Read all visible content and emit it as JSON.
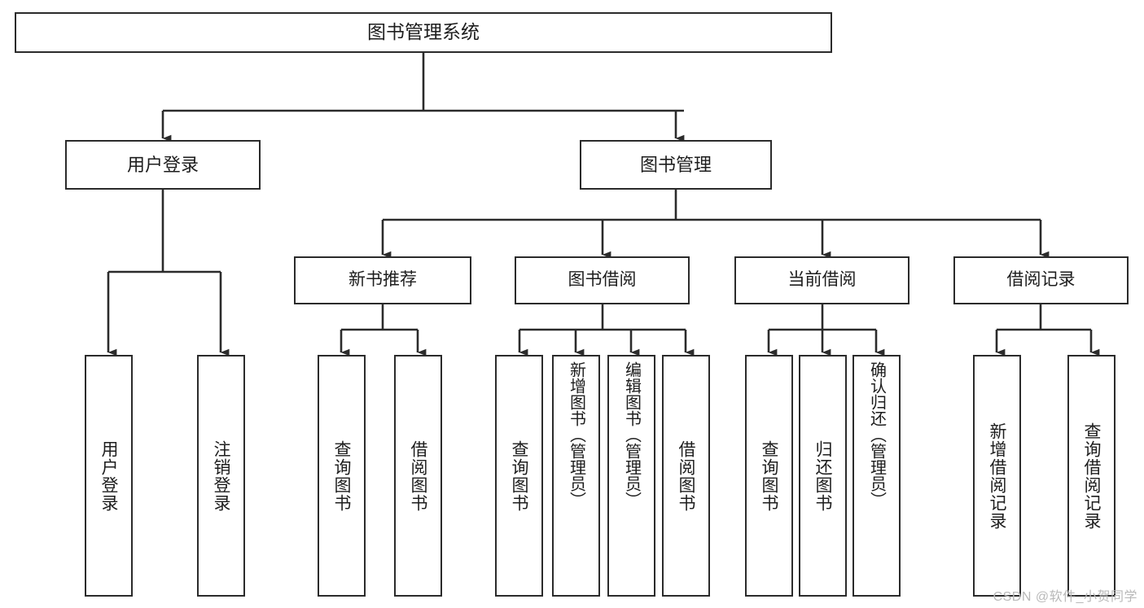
{
  "diagram": {
    "title": "图书管理系统",
    "type": "tree-hierarchy",
    "watermark": "CSDN @软件_小贺同学",
    "colors": {
      "stroke": "#2b2b2b",
      "fill": "#ffffff",
      "text": "#1d1d1d",
      "watermark": "#b9b9b9"
    },
    "root": {
      "label": "图书管理系统"
    },
    "level1": [
      {
        "label": "用户登录"
      },
      {
        "label": "图书管理"
      }
    ],
    "level2": [
      {
        "label": "新书推荐"
      },
      {
        "label": "图书借阅"
      },
      {
        "label": "当前借阅"
      },
      {
        "label": "借阅记录"
      }
    ],
    "leaves": {
      "user_login": [
        {
          "label": "用户登录"
        },
        {
          "label": "注销登录"
        }
      ],
      "new_book": [
        {
          "label": "查询图书"
        },
        {
          "label": "借阅图书"
        }
      ],
      "book_borrow": [
        {
          "label": "查询图书"
        },
        {
          "label": "新增图书（管理员）"
        },
        {
          "label": "编辑图书（管理员）"
        },
        {
          "label": "借阅图书"
        }
      ],
      "current_borrow": [
        {
          "label": "查询图书"
        },
        {
          "label": "归还图书"
        },
        {
          "label": "确认归还（管理员）"
        }
      ],
      "borrow_record": [
        {
          "label": "新增借阅记录"
        },
        {
          "label": "查询借阅记录"
        }
      ]
    }
  }
}
